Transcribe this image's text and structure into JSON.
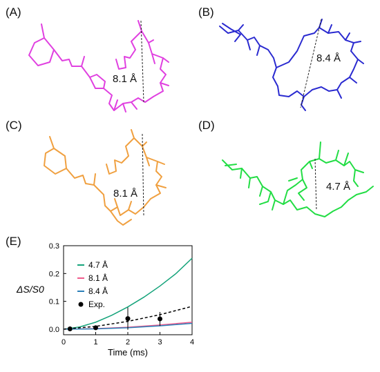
{
  "panels": [
    {
      "label": "(A)",
      "distance": "8.1 Å",
      "color": "#e040e0"
    },
    {
      "label": "(B)",
      "distance": "8.4 Å",
      "color": "#2a2ad0"
    },
    {
      "label": "(C)",
      "distance": "8.1 Å",
      "color": "#f0a040"
    },
    {
      "label": "(D)",
      "distance": "4.7 Å",
      "color": "#22dd44"
    },
    {
      "label": "(E)"
    }
  ],
  "chart_data": {
    "type": "line",
    "xlabel": "Time (ms)",
    "ylabel": "ΔS/S0",
    "xlim": [
      0,
      4
    ],
    "ylim": [
      -0.02,
      0.3
    ],
    "x_ticks": [
      "0",
      "1",
      "2",
      "3",
      "4"
    ],
    "y_ticks": [
      "0.0",
      "0.1",
      "0.2",
      "0.3"
    ],
    "grid": false,
    "legend_position": "top-left",
    "series": [
      {
        "name": "4.7 Å",
        "color": "#14a37a",
        "x": [
          0,
          0.5,
          1,
          1.5,
          2,
          2.5,
          3,
          3.5,
          4
        ],
        "y": [
          0,
          0.008,
          0.025,
          0.05,
          0.08,
          0.115,
          0.155,
          0.2,
          0.255
        ]
      },
      {
        "name": "8.1 Å",
        "color": "#f05a8c",
        "x": [
          0,
          1,
          2,
          3,
          4
        ],
        "y": [
          0,
          0.002,
          0.007,
          0.015,
          0.025
        ]
      },
      {
        "name": "8.4 Å",
        "color": "#2a7fb8",
        "x": [
          0,
          1,
          2,
          3,
          4
        ],
        "y": [
          0,
          0.001,
          0.005,
          0.012,
          0.021
        ]
      },
      {
        "name": "",
        "color": "#000000",
        "dashed": true,
        "x": [
          0,
          1,
          2,
          3,
          4
        ],
        "y": [
          0,
          0.01,
          0.028,
          0.052,
          0.082
        ]
      }
    ],
    "experimental": {
      "name": "Exp.",
      "x": [
        0.2,
        1,
        2,
        3
      ],
      "y": [
        0.001,
        0.005,
        0.038,
        0.037
      ],
      "err": [
        0.003,
        0.005,
        0.04,
        0.025
      ]
    }
  }
}
